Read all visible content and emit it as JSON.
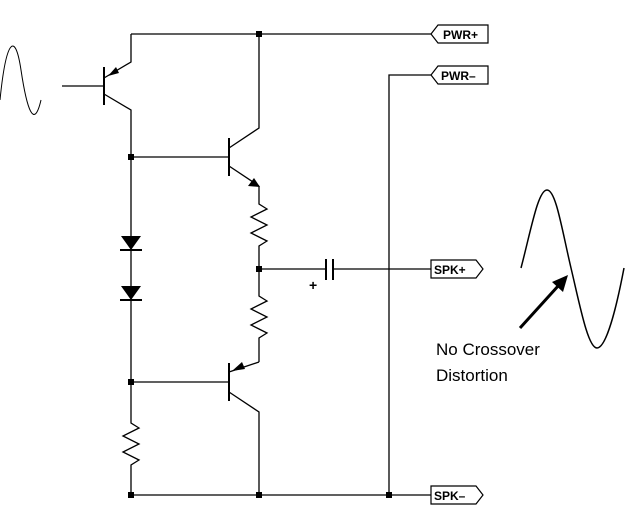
{
  "ports": {
    "pwr_plus": "PWR+",
    "pwr_minus": "PWR–",
    "spk_plus": "SPK+",
    "spk_minus": "SPK–"
  },
  "capacitor_polarity": "+",
  "annotation": {
    "line1": "No Crossover",
    "line2": "Distortion"
  }
}
